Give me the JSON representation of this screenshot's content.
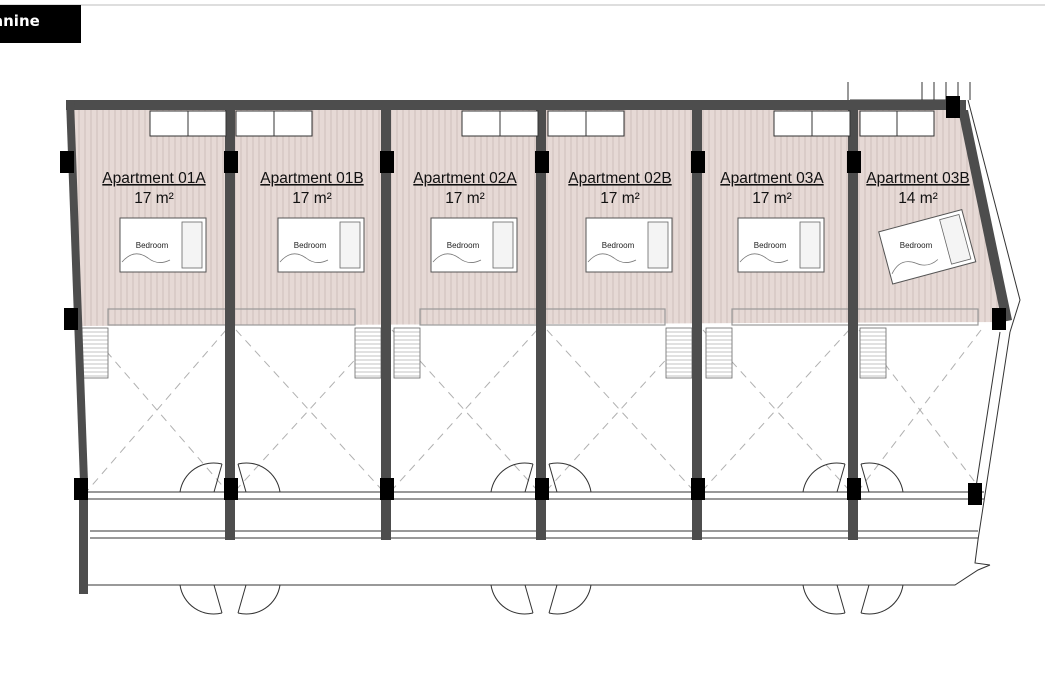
{
  "floor_label": "anine",
  "colors": {
    "wall": "#4d4d4d",
    "column": "#000000",
    "floor_finish": "#e6d9d5",
    "floor_lines": "#c9b8b3",
    "line": "#333333",
    "dashed": "#b0b0b0"
  },
  "apartments": [
    {
      "name": "Apartment 01A",
      "area": "17 m²",
      "room": "Bedroom"
    },
    {
      "name": "Apartment 01B",
      "area": "17 m²",
      "room": "Bedroom"
    },
    {
      "name": "Apartment 02A",
      "area": "17 m²",
      "room": "Bedroom"
    },
    {
      "name": "Apartment 02B",
      "area": "17 m²",
      "room": "Bedroom"
    },
    {
      "name": "Apartment 03A",
      "area": "17 m²",
      "room": "Bedroom"
    },
    {
      "name": "Apartment 03B",
      "area": "14 m²",
      "room": "Bedroom"
    }
  ]
}
